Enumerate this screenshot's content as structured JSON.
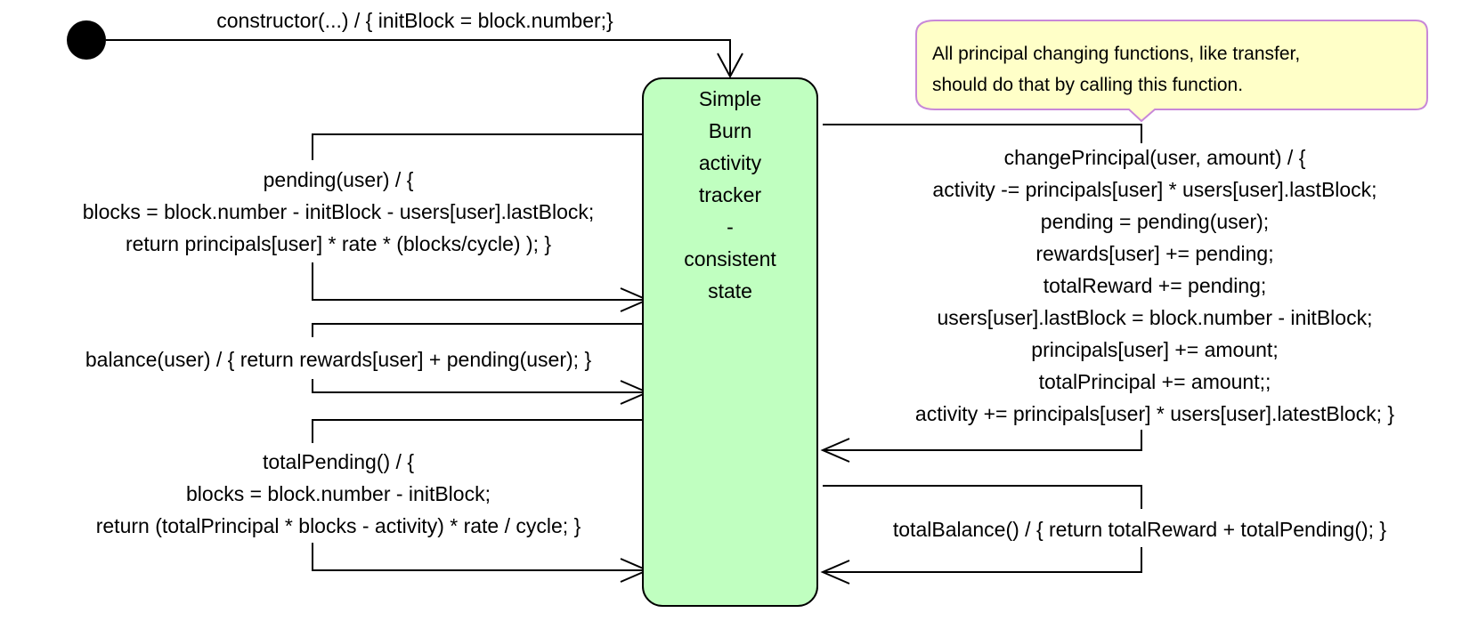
{
  "diagram": {
    "type": "state-machine",
    "colors": {
      "state_fill": "#c0ffc0",
      "state_border": "#000000",
      "note_fill": "#ffffc8",
      "note_border": "#c888d8",
      "line": "#000000"
    },
    "state": {
      "label_lines": [
        "Simple",
        "Burn",
        "activity",
        "tracker",
        "-",
        "consistent",
        "state"
      ]
    },
    "note": {
      "lines": [
        "All principal changing functions, like transfer,",
        "should do that by calling this function."
      ]
    },
    "transitions": [
      {
        "id": "constructor",
        "lines": [
          "constructor(...) / { initBlock = block.number;}"
        ]
      },
      {
        "id": "pending",
        "lines": [
          "pending(user) / {",
          "blocks = block.number - initBlock - users[user].lastBlock;",
          "return principals[user] * rate * (blocks/cycle) ); }"
        ]
      },
      {
        "id": "balance",
        "lines": [
          "balance(user) / { return rewards[user] + pending(user); }"
        ]
      },
      {
        "id": "totalPending",
        "lines": [
          "totalPending() / {",
          "blocks = block.number - initBlock;",
          "return (totalPrincipal * blocks - activity) * rate / cycle; }"
        ]
      },
      {
        "id": "changePrincipal",
        "lines": [
          "changePrincipal(user, amount) / {",
          "activity -= principals[user] * users[user].lastBlock;",
          "pending = pending(user);",
          "rewards[user] += pending;",
          "totalReward += pending;",
          "users[user].lastBlock = block.number - initBlock;",
          "principals[user] += amount;",
          "totalPrincipal += amount;;",
          "activity += principals[user] * users[user].latestBlock; }"
        ]
      },
      {
        "id": "totalBalance",
        "lines": [
          "totalBalance() / { return totalReward + totalPending(); }"
        ]
      }
    ]
  }
}
